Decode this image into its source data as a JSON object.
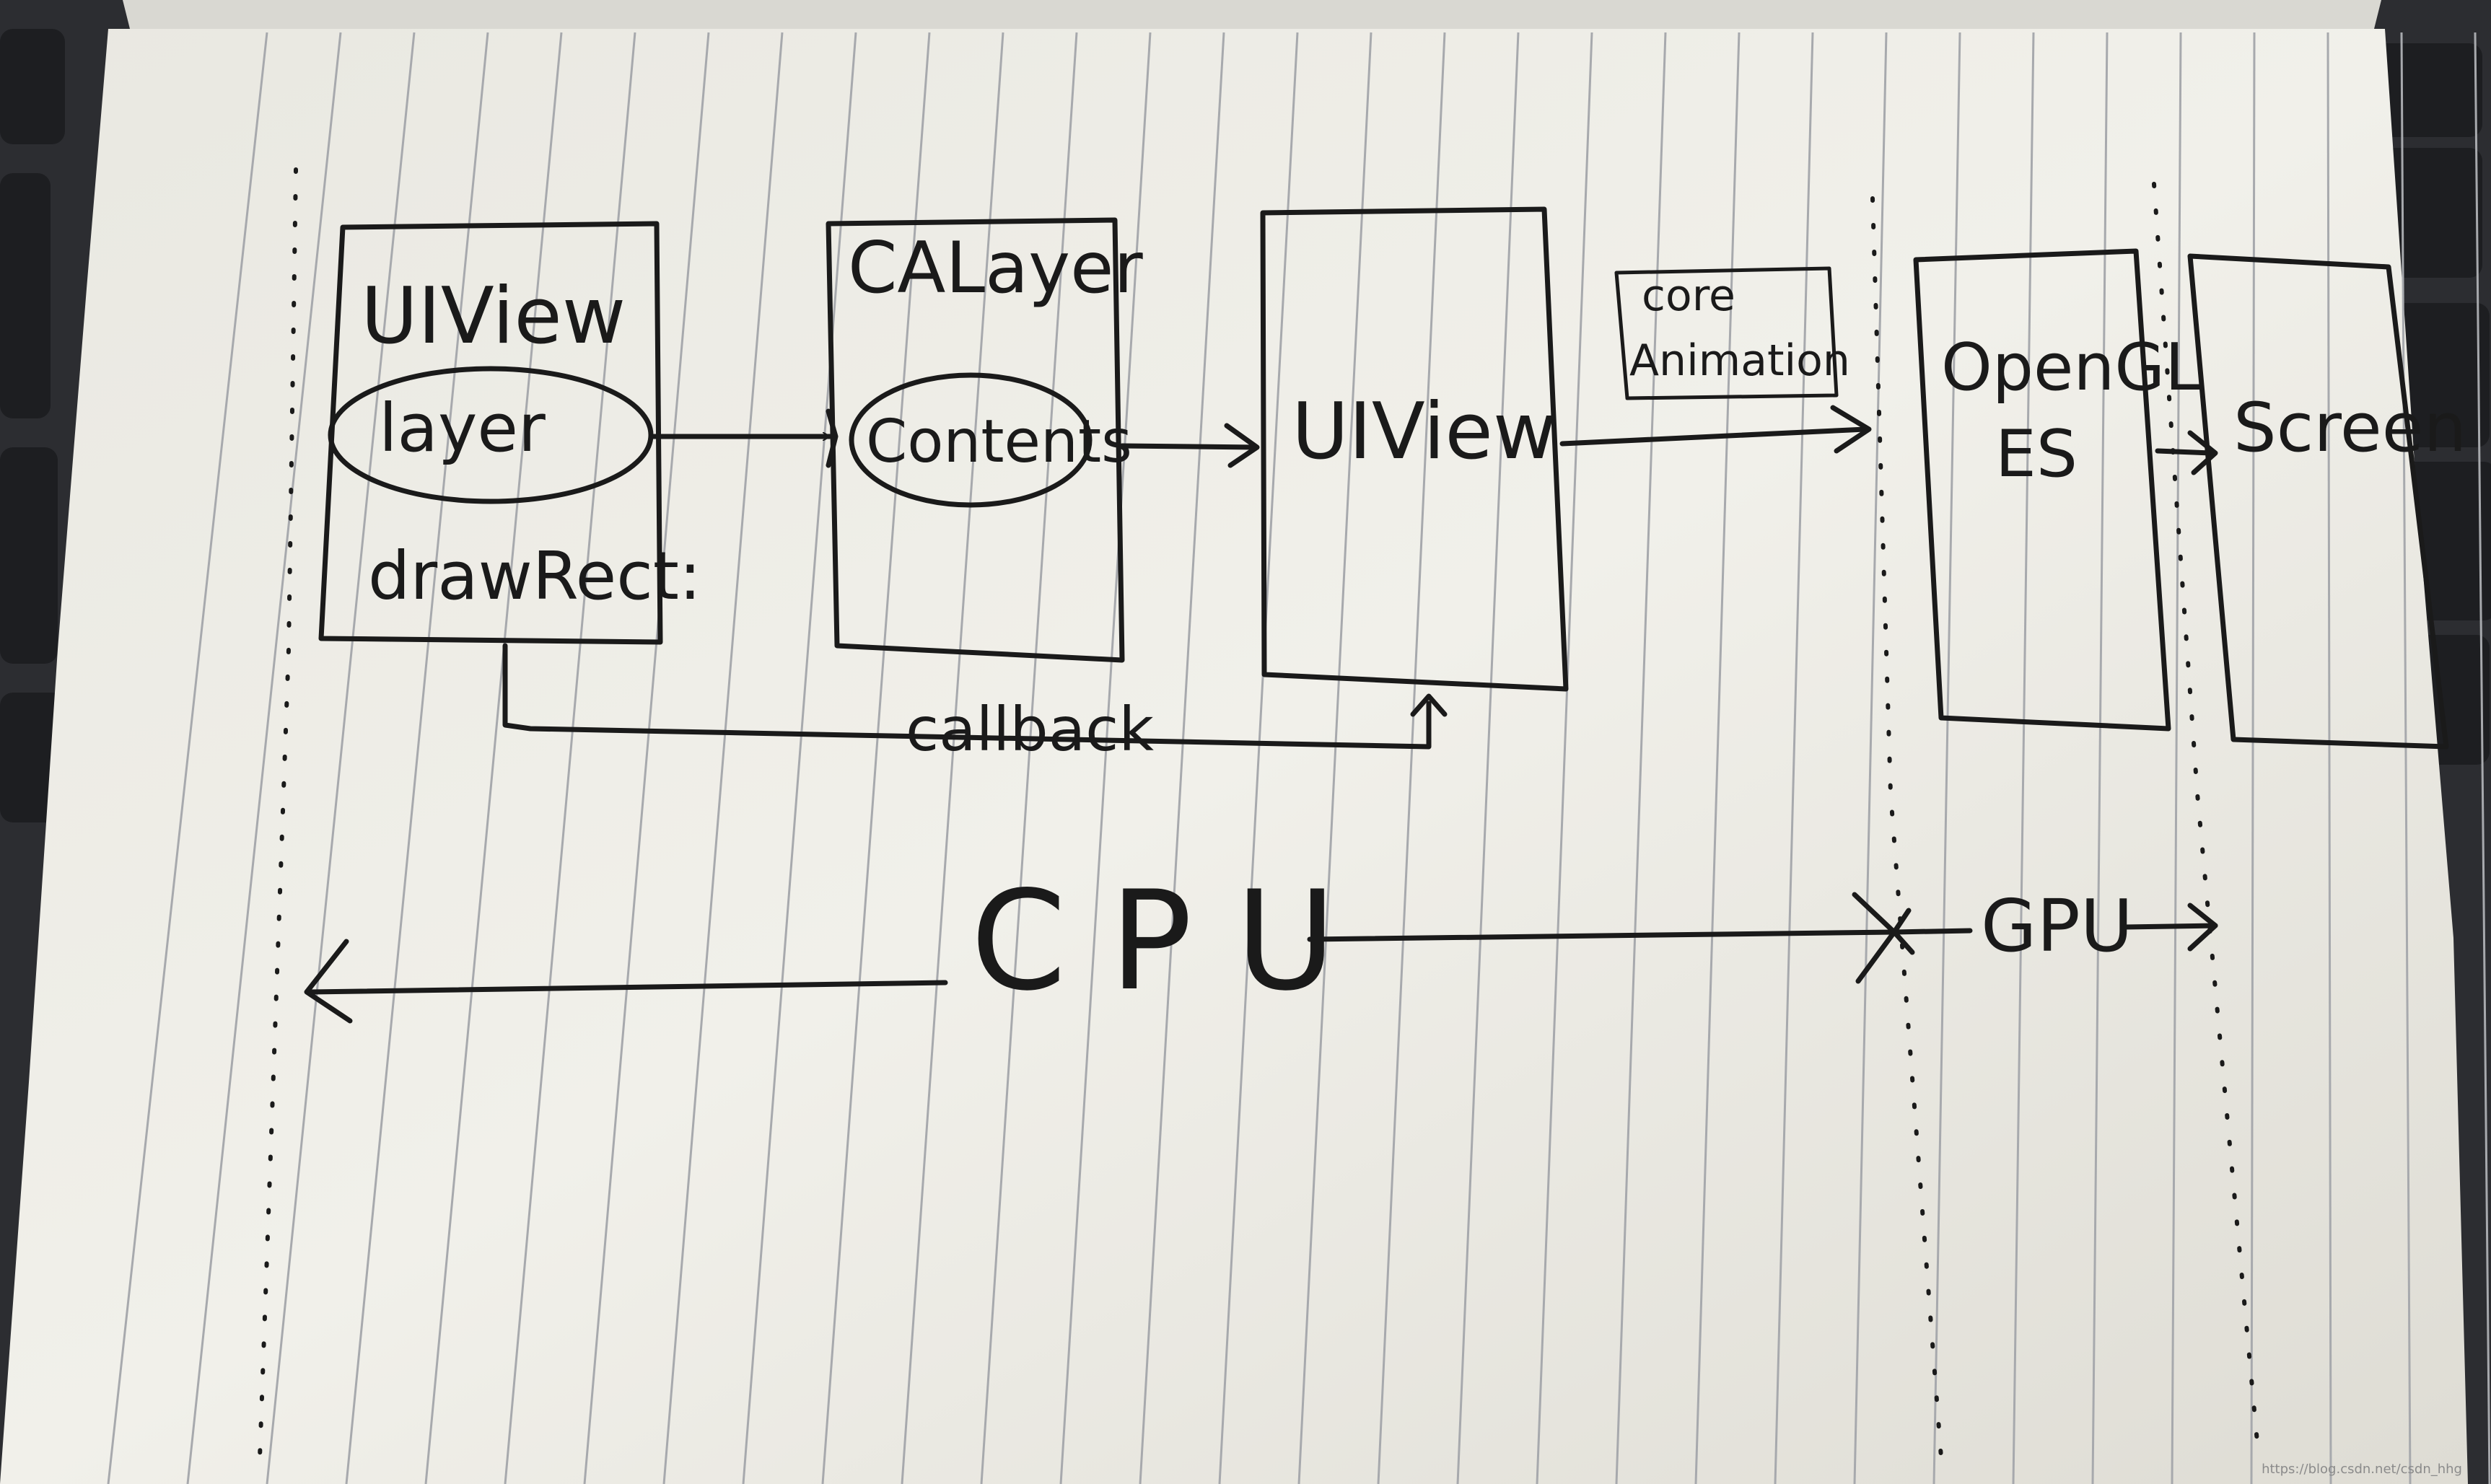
{
  "diagram": {
    "boxes": {
      "uiview_layer": {
        "title": "UIView",
        "ellipse_label": "layer",
        "method_label": "drawRect:"
      },
      "calayer": {
        "title": "CALayer",
        "ellipse_label": "Contents"
      },
      "uiview": {
        "title": "UIView"
      },
      "core_animation": {
        "line1": "core",
        "line2": "Animation"
      },
      "opengl_es": {
        "line1": "OpenGL",
        "line2": "ES"
      },
      "screen": {
        "title": "Screen"
      }
    },
    "labels": {
      "callback": "callback",
      "cpu": "CPU",
      "gpu": "GPU"
    }
  },
  "watermark": "https://blog.csdn.net/csdn_hhg",
  "colors": {
    "paper": "#efeee7",
    "ink": "#1a1a1a",
    "rule": "#a7a9ad",
    "background": "#2c2d31"
  }
}
